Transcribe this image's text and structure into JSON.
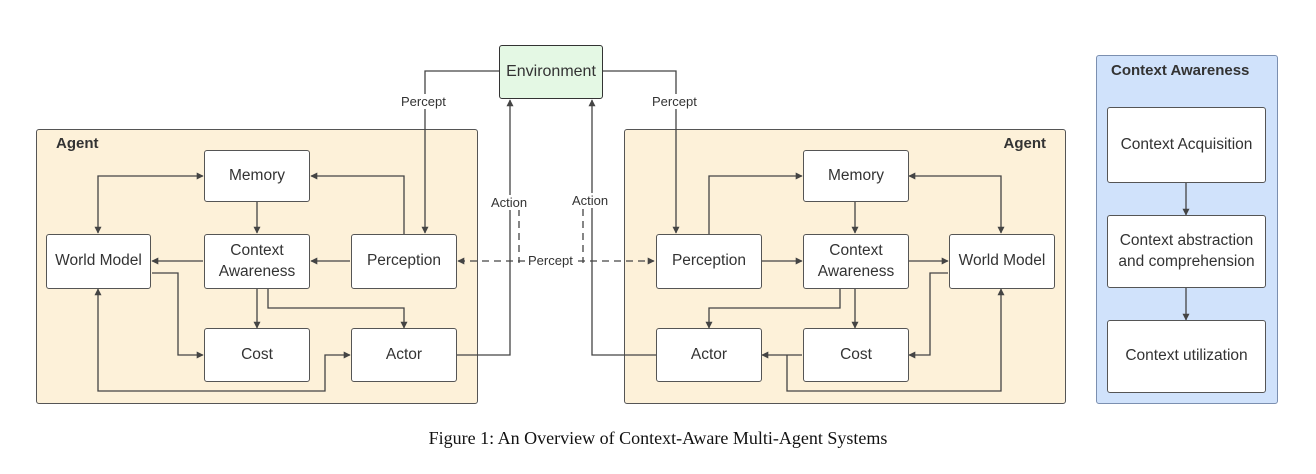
{
  "environment": {
    "label": "Environment"
  },
  "left_agent": {
    "title": "Agent",
    "memory": "Memory",
    "context_awareness": "Context\nAwareness",
    "world_model": "World Model",
    "perception": "Perception",
    "cost": "Cost",
    "actor": "Actor"
  },
  "right_agent": {
    "title": "Agent",
    "memory": "Memory",
    "context_awareness": "Context\nAwareness",
    "world_model": "World Model",
    "perception": "Perception",
    "cost": "Cost",
    "actor": "Actor"
  },
  "edge_labels": {
    "percept_left": "Percept",
    "percept_right": "Percept",
    "percept_middle": "Percept",
    "action_left": "Action",
    "action_right": "Action"
  },
  "context_awareness_panel": {
    "title": "Context Awareness",
    "steps": [
      "Context Acquisition",
      "Context abstraction\nand comprehension",
      "Context utilization"
    ]
  },
  "caption": "Figure 1:  An Overview of Context-Aware Multi-Agent Systems",
  "colors": {
    "agent_bg": "#fdf1d9",
    "environment_bg": "#e4f8e4",
    "context_panel_bg": "#d0e2fb",
    "line": "#444444"
  }
}
